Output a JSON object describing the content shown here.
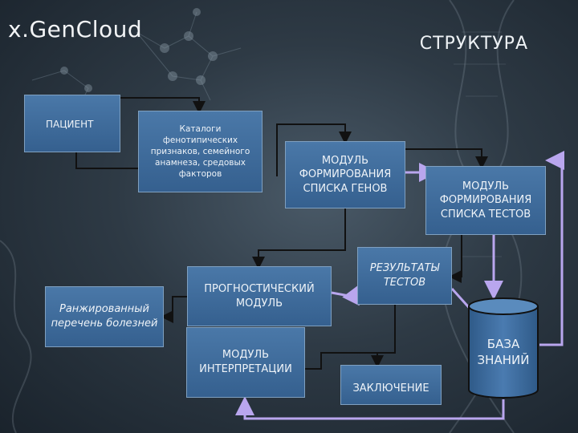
{
  "header": {
    "logo": "x.GenCloud",
    "title": "СТРУКТУРА"
  },
  "boxes": {
    "patient": "ПАЦИЕНТ",
    "catalogs": "Каталоги фенотипических признаков, семейного анамнеза, средовых факторов",
    "gene_list_module": "МОДУЛЬ ФОРМИРОВАНИЯ СПИСКА ГЕНОВ",
    "test_list_module": "МОДУЛЬ ФОРМИРОВАНИЯ СПИСКА ТЕСТОВ",
    "ranked_diseases": "Ранжированный перечень болезней",
    "prognostic_module": "ПРОГНОСТИЧЕСКИЙ МОДУЛЬ",
    "test_results": "РЕЗУЛЬТАТЫ ТЕСТОВ",
    "interpretation_module": "МОДУЛЬ ИНТЕРПРЕТАЦИИ",
    "conclusion": "ЗАКЛЮЧЕНИЕ",
    "knowledge_base": "БАЗА ЗНАНИЙ"
  },
  "colors": {
    "box_fill": "#3f6c9c",
    "box_border": "#7fa0c0",
    "arrow_dark": "#111111",
    "arrow_violet": "#b9a6ee",
    "background": "#2e3a45"
  }
}
